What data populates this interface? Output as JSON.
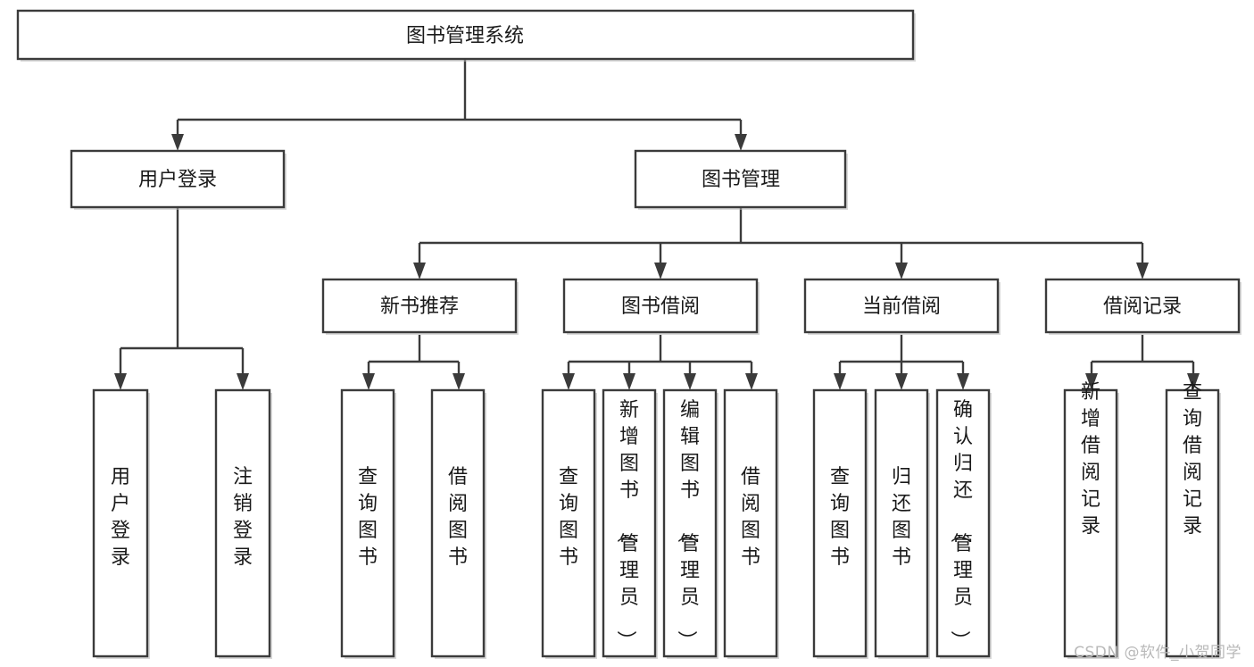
{
  "diagram": {
    "type": "tree",
    "title": "图书管理系统",
    "watermark": "CSDN @软件_小贺同学",
    "colors": {
      "box_stroke": "#3b3b3b",
      "box_fill": "#ffffff",
      "connector": "#3b3b3b",
      "text": "#1a1a1a",
      "watermark": "#b9b9b9",
      "background": "#ffffff"
    },
    "nodes": {
      "root": {
        "label": "图书管理系统"
      },
      "level2": [
        {
          "id": "user-login",
          "label": "用户登录"
        },
        {
          "id": "book-manage",
          "label": "图书管理"
        }
      ],
      "level3": [
        {
          "id": "new-book-recommend",
          "label": "新书推荐",
          "parent": "book-manage"
        },
        {
          "id": "book-borrow",
          "label": "图书借阅",
          "parent": "book-manage"
        },
        {
          "id": "current-borrow",
          "label": "当前借阅",
          "parent": "book-manage"
        },
        {
          "id": "borrow-record",
          "label": "借阅记录",
          "parent": "book-manage"
        }
      ],
      "leaves": [
        {
          "id": "leaf-user-login",
          "label": "用户登录",
          "parent": "user-login"
        },
        {
          "id": "leaf-logout-login",
          "label": "注销登录",
          "parent": "user-login"
        },
        {
          "id": "leaf-query-book-1",
          "label": "查询图书",
          "parent": "new-book-recommend"
        },
        {
          "id": "leaf-borrow-book-1",
          "label": "借阅图书",
          "parent": "new-book-recommend"
        },
        {
          "id": "leaf-query-book-2",
          "label": "查询图书",
          "parent": "book-borrow"
        },
        {
          "id": "leaf-add-book",
          "label": "新增图书（管理员）",
          "parent": "book-borrow"
        },
        {
          "id": "leaf-edit-book",
          "label": "编辑图书（管理员）",
          "parent": "book-borrow"
        },
        {
          "id": "leaf-borrow-book-2",
          "label": "借阅图书",
          "parent": "book-borrow"
        },
        {
          "id": "leaf-query-book-3",
          "label": "查询图书",
          "parent": "current-borrow"
        },
        {
          "id": "leaf-return-book",
          "label": "归还图书",
          "parent": "current-borrow"
        },
        {
          "id": "leaf-confirm-return",
          "label": "确认归还（管理员）",
          "parent": "current-borrow"
        },
        {
          "id": "leaf-add-record",
          "label": "新增借阅记录",
          "parent": "borrow-record"
        },
        {
          "id": "leaf-query-record",
          "label": "查询借阅记录",
          "parent": "borrow-record"
        }
      ]
    }
  }
}
